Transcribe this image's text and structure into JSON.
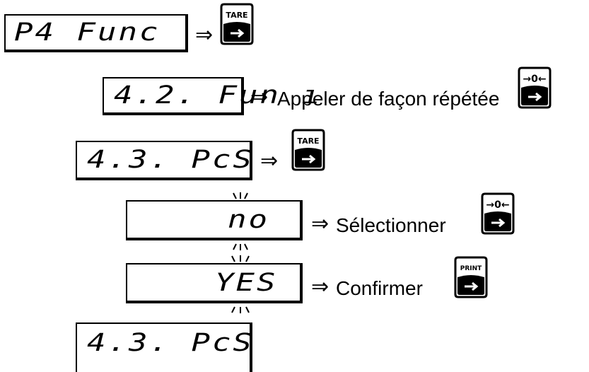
{
  "steps": [
    {
      "display": "P4 Func",
      "instruction": "",
      "key": "tare-key",
      "key_label": "TARE"
    },
    {
      "display": "4.2. Fun ı",
      "instruction": "Appeler de façon répétée",
      "key": "zero-key",
      "key_label": "→0←"
    },
    {
      "display": "4.3. PcS",
      "instruction": "",
      "key": "tare-key",
      "key_label": "TARE"
    },
    {
      "display": "no",
      "instruction": "Sélectionner",
      "key": "zero-key",
      "key_label": "→0←",
      "blinking": true
    },
    {
      "display": "YES",
      "instruction": "Confirmer",
      "key": "print-key",
      "key_label": "PRINT",
      "blinking": true
    },
    {
      "display": "4.3. PcS",
      "instruction": "",
      "key": "",
      "key_label": ""
    }
  ],
  "arrow_symbol": "⇒"
}
